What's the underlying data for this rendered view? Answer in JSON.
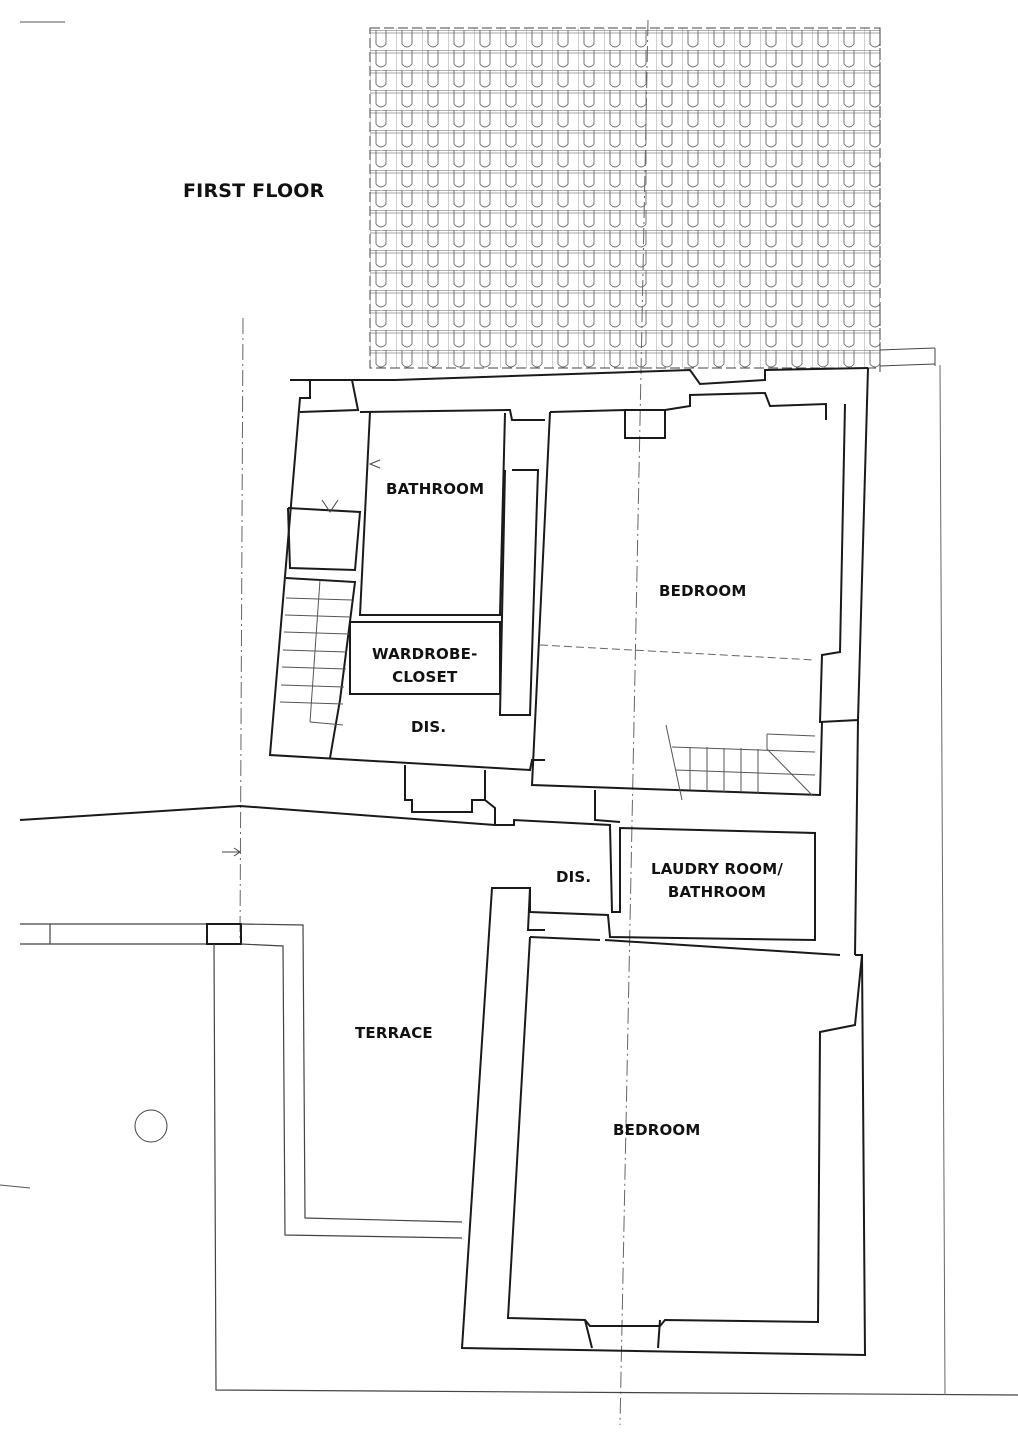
{
  "plan": {
    "title": "FIRST FLOOR",
    "rooms": [
      {
        "id": "bathroom-1",
        "label": "BATHROOM"
      },
      {
        "id": "wardrobe-closet",
        "label": "WARDROBE-\nCLOSET"
      },
      {
        "id": "dis-1",
        "label": "DIS."
      },
      {
        "id": "bedroom-1",
        "label": "BEDROOM"
      },
      {
        "id": "dis-2",
        "label": "DIS."
      },
      {
        "id": "laundry-bathroom",
        "label": "LAUDRY ROOM/\nBATHROOM"
      },
      {
        "id": "terrace",
        "label": "TERRACE"
      },
      {
        "id": "bedroom-2",
        "label": "BEDROOM"
      }
    ],
    "colors": {
      "wall": "#1a1a1a",
      "thin_line": "#555555",
      "background": "#ffffff"
    }
  }
}
